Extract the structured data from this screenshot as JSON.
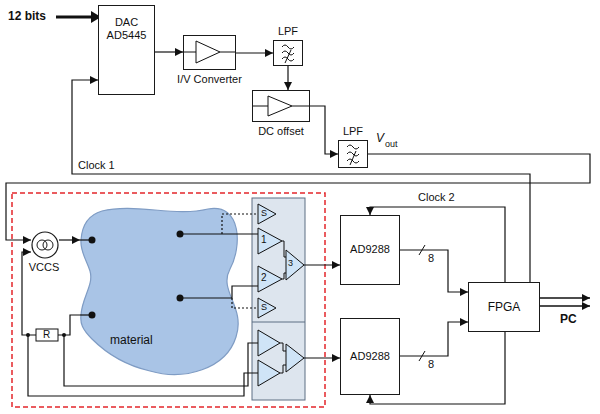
{
  "diagram": {
    "nodes": [
      {
        "text": [
          "DAC AD5445"
        ]
      },
      {
        "text": [
          "I/V Converter"
        ]
      },
      {
        "text": [
          "LPF"
        ]
      },
      {
        "text": [
          "DC offset"
        ]
      },
      {
        "text": [
          "LPF"
        ]
      },
      {
        "text": [
          "VCCS"
        ]
      },
      {
        "text": [
          "material"
        ]
      },
      {
        "text": [
          "AD9288"
        ]
      },
      {
        "text": [
          "AD9288"
        ]
      },
      {
        "text": [
          "FPGA"
        ]
      }
    ],
    "edges": [
      {
        "from": 0,
        "to": 1,
        "arrow": "to"
      },
      {
        "from": 1,
        "to": 2,
        "arrow": "to"
      },
      {
        "from": 2,
        "to": 3,
        "arrow": "to"
      },
      {
        "from": 3,
        "to": 4,
        "arrow": "to"
      },
      {
        "from": 4,
        "to": 5,
        "arrow": "to"
      },
      {
        "from": 9,
        "to": 0,
        "label": "Clock 1",
        "arrow": "to"
      },
      {
        "from": 9,
        "to": 7,
        "label": "Clock 2",
        "arrow": "to"
      },
      {
        "from": 9,
        "to": 8,
        "arrow": "to"
      },
      {
        "from": 7,
        "to": 9,
        "label": "8",
        "arrow": "to"
      },
      {
        "from": 8,
        "to": 9,
        "label": "8",
        "arrow": "to"
      },
      {
        "from": 5,
        "to": 6,
        "arrow": "to"
      },
      {
        "from": 6,
        "to": 5,
        "arrow": "to"
      }
    ],
    "labels": [
      "12 bits",
      "V",
      "out",
      "S",
      "1",
      "2",
      "S",
      "3",
      "R",
      "PC"
    ]
  }
}
